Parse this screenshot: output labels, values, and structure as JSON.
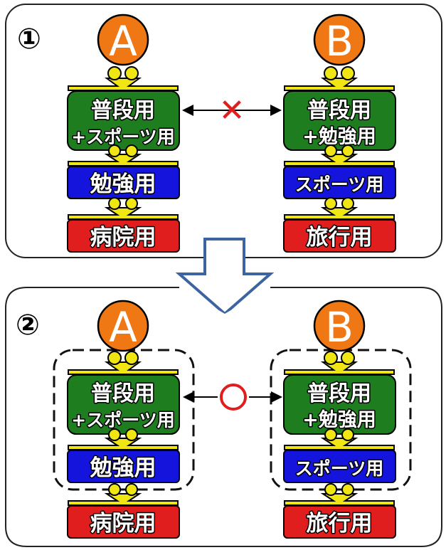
{
  "colors": {
    "green": "#1e7d1e",
    "blue": "#1414dc",
    "red": "#e01e1e",
    "orange": "#f07814",
    "yellow": "#f0e614",
    "cross": "#e01e1e",
    "arrow_outline": "#3c64a0"
  },
  "panels": [
    {
      "number": "①",
      "relation_symbol": "✕",
      "relation_meaning": "not-compatible",
      "left": {
        "node": "A",
        "main_line1": "普段用",
        "main_line2": "+スポーツ用",
        "box2": "勉強用",
        "box3": "病院用"
      },
      "right": {
        "node": "B",
        "main_line1": "普段用",
        "main_line2": "+勉強用",
        "box2": "スポーツ用",
        "box3": "旅行用"
      }
    },
    {
      "number": "②",
      "relation_symbol": "○",
      "relation_meaning": "compatible",
      "left": {
        "node": "A",
        "main_line1": "普段用",
        "main_line2": "+スポーツ用",
        "box2": "勉強用",
        "box3": "病院用"
      },
      "right": {
        "node": "B",
        "main_line1": "普段用",
        "main_line2": "+勉強用",
        "box2": "スポーツ用",
        "box3": "旅行用"
      }
    }
  ],
  "transition_arrow": "down-arrow-icon"
}
